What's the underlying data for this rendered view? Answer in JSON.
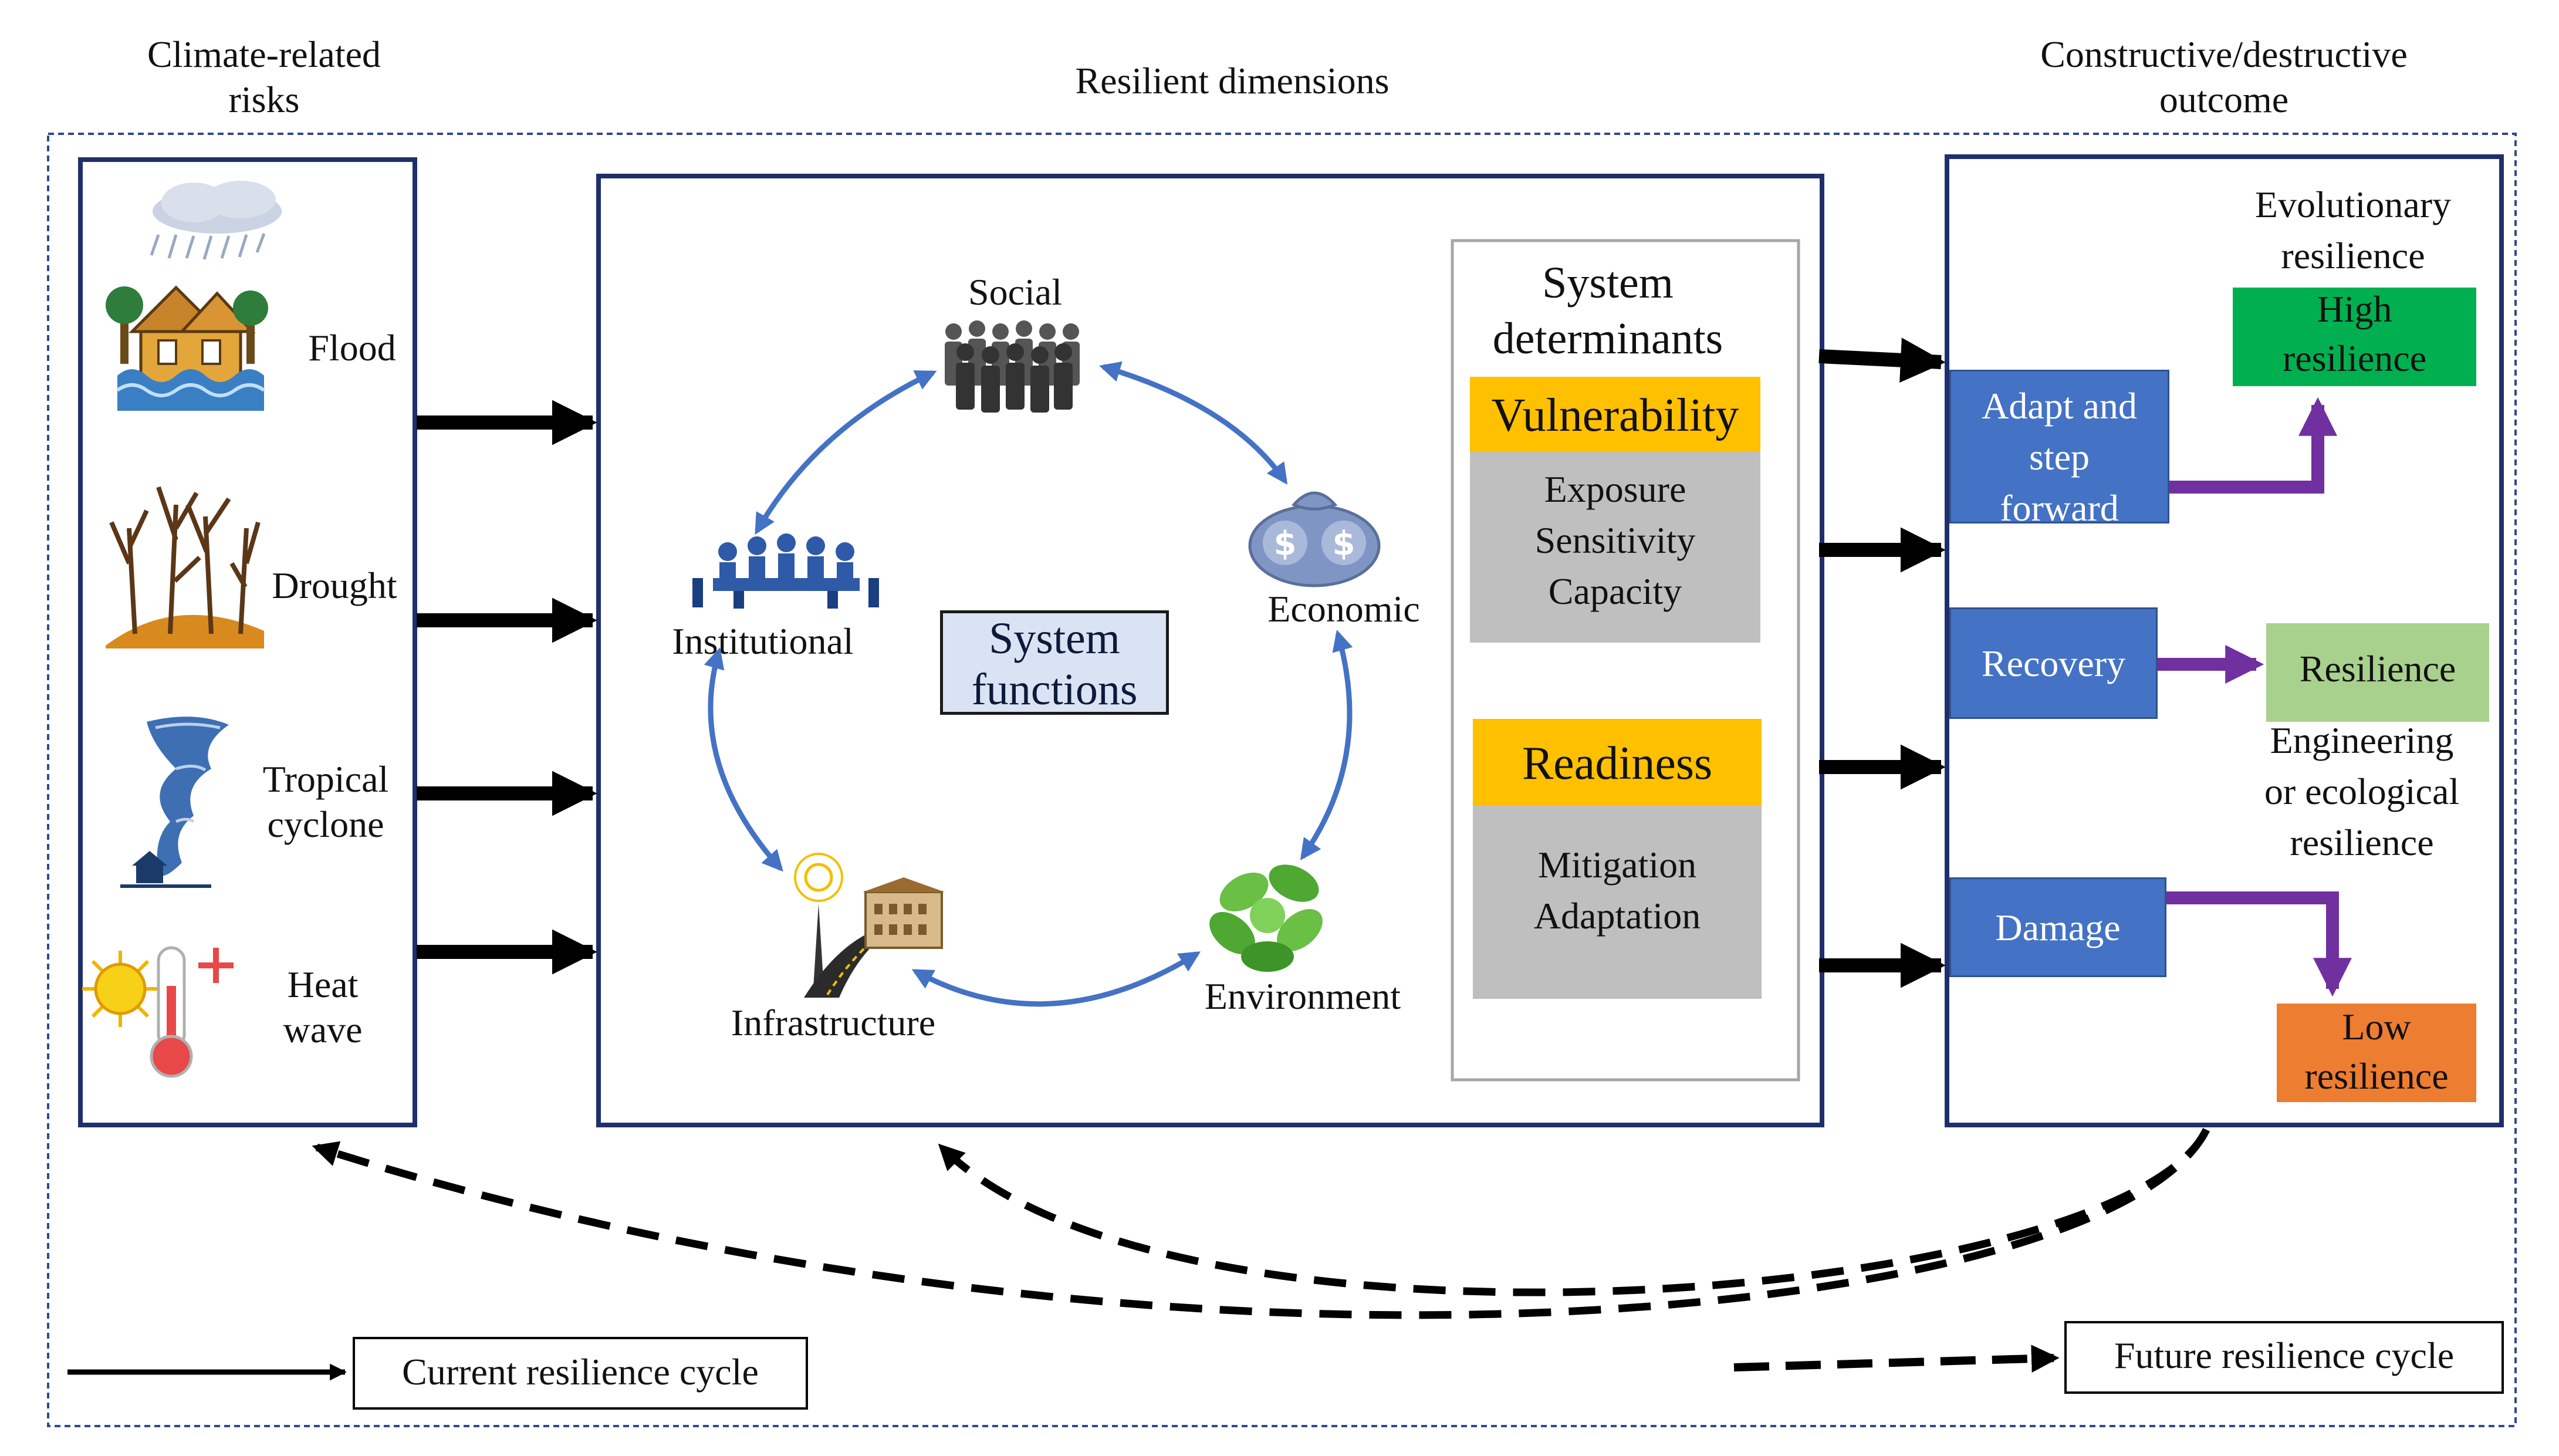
{
  "headers": {
    "risks": [
      "Climate-related",
      "risks"
    ],
    "dimensions": "Resilient dimensions",
    "outcome": [
      "Constructive/destructive",
      "outcome"
    ]
  },
  "risks": {
    "flood": "Flood",
    "drought": "Drought",
    "cyclone": [
      "Tropical",
      "cyclone"
    ],
    "heat": [
      "Heat",
      "wave"
    ]
  },
  "dimensions": {
    "social": "Social",
    "economic": "Economic",
    "environment": "Environment",
    "infrastructure": "Infrastructure",
    "institutional": "Institutional",
    "functions": [
      "System",
      "functions"
    ]
  },
  "determinants": {
    "title": [
      "System",
      "determinants"
    ],
    "vulnerability": "Vulnerability",
    "vuln_items": [
      "Exposure",
      "Sensitivity",
      "Capacity"
    ],
    "readiness": "Readiness",
    "ready_items": [
      "Mitigation",
      "Adaptation"
    ]
  },
  "outcomes": {
    "adapt": [
      "Adapt and",
      "step",
      "forward"
    ],
    "recovery": "Recovery",
    "damage": "Damage",
    "evolutionary": [
      "Evolutionary",
      "resilience"
    ],
    "high": [
      "High",
      "resilience"
    ],
    "resilience": "Resilience",
    "engineering": [
      "Engineering",
      "or ecological",
      "resilience"
    ],
    "low": [
      "Low",
      "resilience"
    ]
  },
  "legend": {
    "current": "Current resilience cycle",
    "future": "Future resilience cycle"
  },
  "colors": {
    "frame": "#1f2f6b",
    "blue_box": "#4472c4",
    "green_high": "#00b050",
    "green_res": "#a9d18e",
    "orange_low": "#ed7d31",
    "yellow": "#ffc000",
    "gray": "#bfbfbf",
    "purple": "#7030a0",
    "cycle_arrow": "#4472c4",
    "functions_fill": "#dae3f3"
  }
}
